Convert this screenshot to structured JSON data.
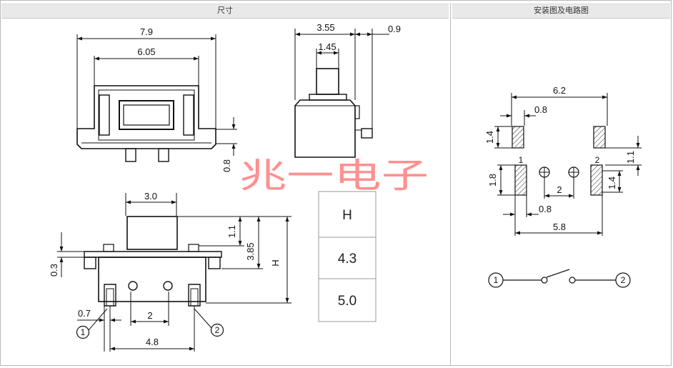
{
  "headers": {
    "dimensions": "尺寸",
    "layout": "安装图及电路图"
  },
  "watermark": "兆一电子",
  "top_view": {
    "overall_width": "7.9",
    "inner_width": "6.05",
    "tab_height": "0.8"
  },
  "side_view": {
    "body_width": "3.55",
    "knob_width": "1.45",
    "protrusion": "0.9"
  },
  "front_view": {
    "knob_width": "3.0",
    "knob_height": "1.1",
    "height_to_top": "3.85",
    "height_label": "H",
    "lead_offset": "0.3",
    "pin_width": "0.7",
    "pin_pitch": "2",
    "pin_span": "4.8",
    "pin1_marker": "1",
    "pin2_marker": "2"
  },
  "height_table": {
    "header": "H",
    "rows": [
      "4.3",
      "5.0"
    ]
  },
  "pcb_layout": {
    "overall_width": "6.2",
    "top_pad_width": "0.8",
    "top_pad_height": "1.4",
    "top_gap": "1.1",
    "pad1_label": "1",
    "pad2_label": "2",
    "bottom_pad_height_left": "1.8",
    "bottom_pad_height_right": "1.4",
    "hole_pitch": "2",
    "bottom_pad_width": "0.8",
    "bottom_span": "5.8"
  },
  "circuit": {
    "terminal1": "1",
    "terminal2": "2"
  }
}
